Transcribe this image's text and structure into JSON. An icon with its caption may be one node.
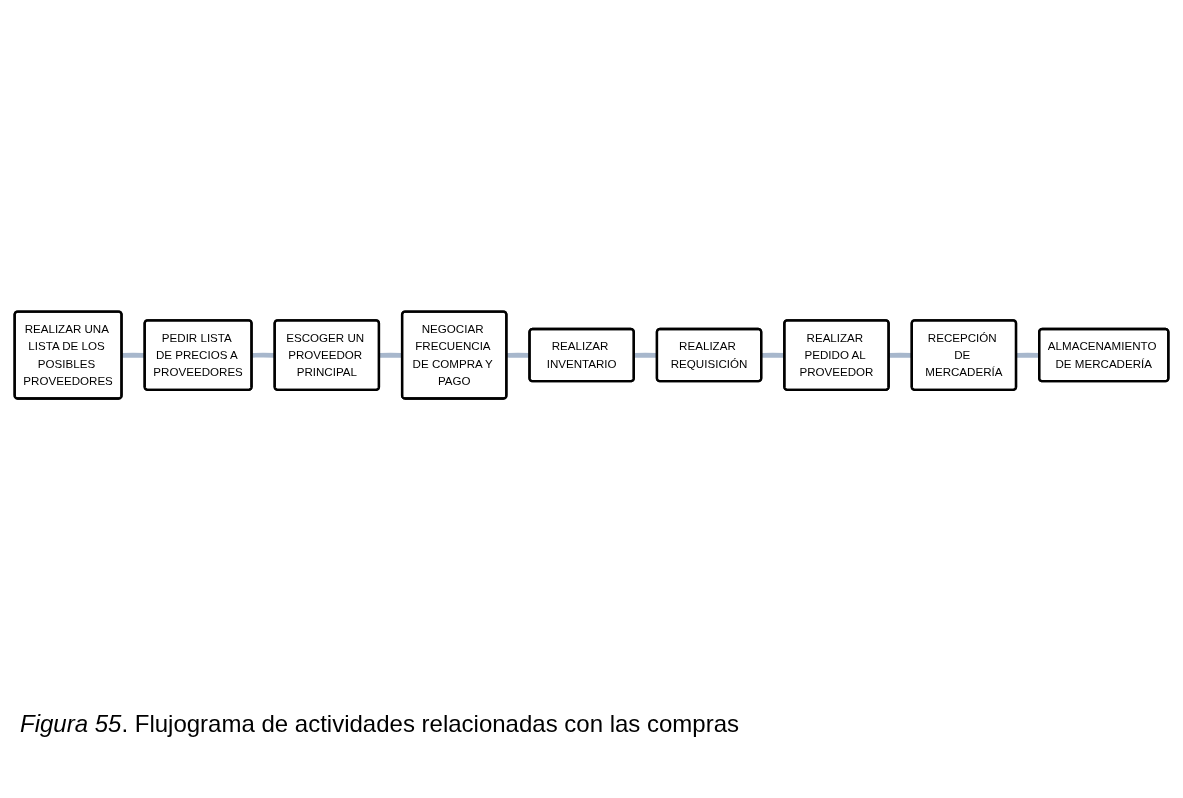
{
  "diagram": {
    "caption": "*Figura 55*. Flujograma de actividades relacionadas con las compras",
    "nodes": [
      {
        "text": [
          "REALIZAR UNA LISTA DE LOS POSIBLES PROVEEDORES"
        ]
      },
      {
        "text": [
          "PEDIR LISTA DE PRECIOS A PROVEEDORES"
        ]
      },
      {
        "text": [
          "ESCOGER UN PROVEEDOR PRINCIPAL"
        ]
      },
      {
        "text": [
          "NEGOCIAR FRECUENCIA DE COMPRA Y PAGO"
        ]
      },
      {
        "text": [
          "REALIZAR INVENTARIO"
        ]
      },
      {
        "text": [
          "REALIZAR REQUISICIÓN"
        ]
      },
      {
        "text": [
          "REALIZAR PEDIDO AL PROVEEDOR"
        ]
      },
      {
        "text": [
          "RECEPCIÓN DE MERCADERÍA"
        ]
      },
      {
        "text": [
          "ALMACENAMIENTO DE MERCADERÍA"
        ]
      }
    ],
    "edges": [
      {
        "from": 0,
        "to": 1,
        "arrow": "none"
      },
      {
        "from": 1,
        "to": 2,
        "arrow": "none"
      },
      {
        "from": 2,
        "to": 3,
        "arrow": "none"
      },
      {
        "from": 3,
        "to": 4,
        "arrow": "none"
      },
      {
        "from": 4,
        "to": 5,
        "arrow": "none"
      },
      {
        "from": 5,
        "to": 6,
        "arrow": "none"
      },
      {
        "from": 6,
        "to": 7,
        "arrow": "none"
      },
      {
        "from": 7,
        "to": 8,
        "arrow": "none"
      }
    ]
  }
}
